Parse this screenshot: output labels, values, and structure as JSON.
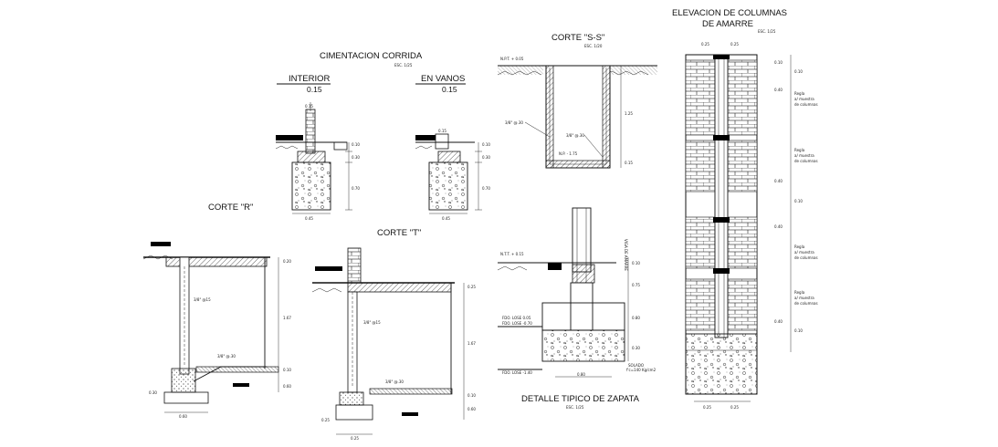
{
  "titles": {
    "cimentacion": "CIMENTACION CORRIDA",
    "interior": "INTERIOR",
    "interior_val": "0.15",
    "en_vanos": "EN VANOS",
    "en_vanos_val": "0.15",
    "corte_r": "CORTE \"R\"",
    "corte_t": "CORTE \"T\"",
    "corte_ss": "CORTE \"S-S\"",
    "detalle_zapata": "DETALLE TIPICO DE ZAPATA",
    "elevacion_1": "ELEVACION DE COLUMNAS",
    "elevacion_2": "DE AMARRE"
  },
  "colors": {
    "ink": "#111111",
    "paper": "#ffffff"
  }
}
